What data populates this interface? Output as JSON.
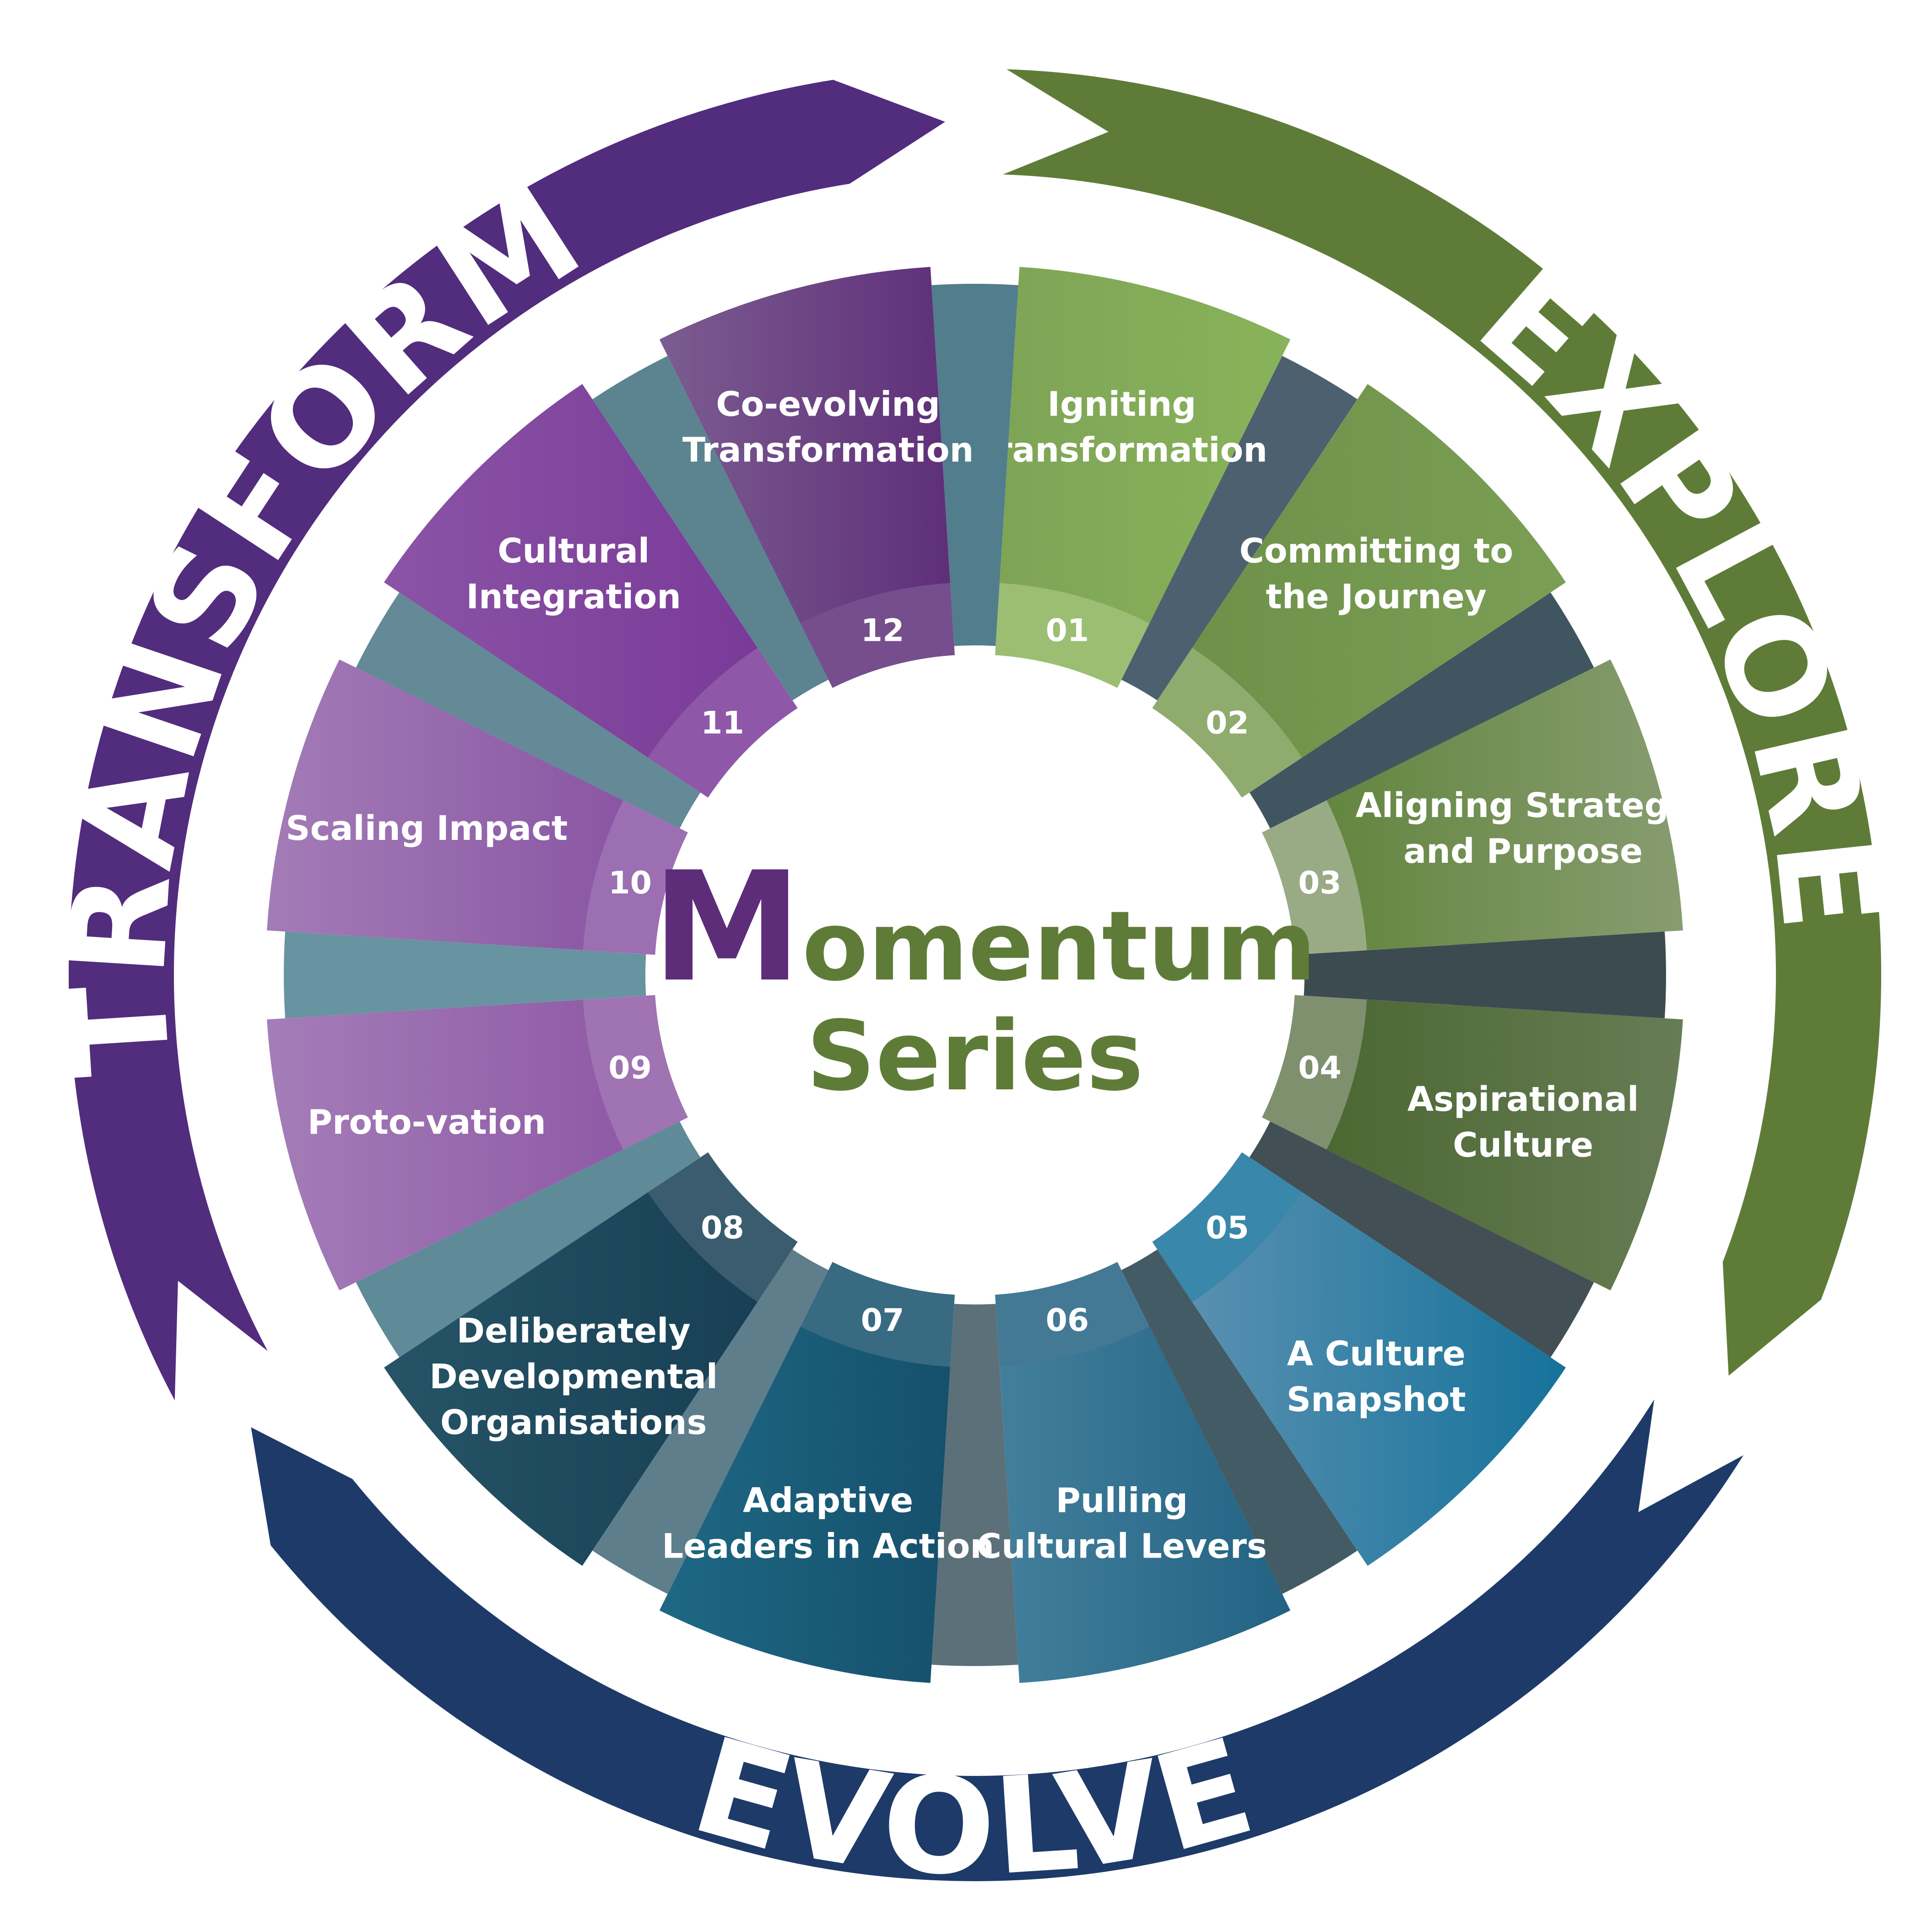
{
  "title": {
    "initial": "M",
    "rest": "omentum",
    "line2": "Series"
  },
  "colors": {
    "explore": "#5e7c37",
    "transform": "#522c7d",
    "evolve": "#1e3a69",
    "title_initial": "#5e2d7a",
    "title_text": "#5e7c37"
  },
  "phases": [
    {
      "label": "EXPLORE",
      "color": "#5e7c37"
    },
    {
      "label": "EVOLVE",
      "color": "#1e3a69"
    },
    {
      "label": "TRANSFORM",
      "color": "#522c7d"
    }
  ],
  "segments": [
    {
      "number": "01",
      "lines": [
        "Igniting",
        "Transformation"
      ],
      "colors": [
        "#7ea456",
        "#89b35a"
      ],
      "divider": "#4c6070"
    },
    {
      "number": "02",
      "lines": [
        "Committing to",
        "the Journey"
      ],
      "colors": [
        "#6e9149",
        "#7b9e55"
      ],
      "divider": "#3f5660"
    },
    {
      "number": "03",
      "lines": [
        "Aligning Strategy",
        "and Purpose"
      ],
      "colors": [
        "#63863f",
        "#879c70"
      ],
      "divider": "#3c4b50"
    },
    {
      "number": "04",
      "lines": [
        "Aspirational",
        "Culture"
      ],
      "colors": [
        "#4b6832",
        "#677c55"
      ],
      "divider": "#425056"
    },
    {
      "number": "05",
      "lines": [
        "A Culture",
        "Snapshot"
      ],
      "colors": [
        "#5890b0",
        "#16729b"
      ],
      "divider": "#425b64"
    },
    {
      "number": "06",
      "lines": [
        "Pulling",
        "Cultural Levers"
      ],
      "colors": [
        "#427f9c",
        "#226283"
      ],
      "divider": "#5b7078"
    },
    {
      "number": "07",
      "lines": [
        "Adaptive",
        "Leaders in Action"
      ],
      "colors": [
        "#1e6884",
        "#15506c"
      ],
      "divider": "#5e7e8c"
    },
    {
      "number": "08",
      "lines": [
        "Deliberately",
        "Developmental",
        "Organisations"
      ],
      "colors": [
        "#265466",
        "#183f55"
      ],
      "divider": "#5f8a98"
    },
    {
      "number": "09",
      "lines": [
        "Proto-vation"
      ],
      "colors": [
        "#a47db8",
        "#8f5aa6"
      ],
      "divider": "#6893a0"
    },
    {
      "number": "10",
      "lines": [
        "Scaling Impact"
      ],
      "colors": [
        "#a37cb6",
        "#8a56a4"
      ],
      "divider": "#648997"
    },
    {
      "number": "11",
      "lines": [
        "Cultural",
        "Integration"
      ],
      "colors": [
        "#8a54a6",
        "#7a3a98"
      ],
      "divider": "#5b8390"
    },
    {
      "number": "12",
      "lines": [
        "Co-evolving",
        "Transformation"
      ],
      "colors": [
        "#7c5c90",
        "#5e2f79"
      ],
      "divider": "#527d8c"
    }
  ]
}
